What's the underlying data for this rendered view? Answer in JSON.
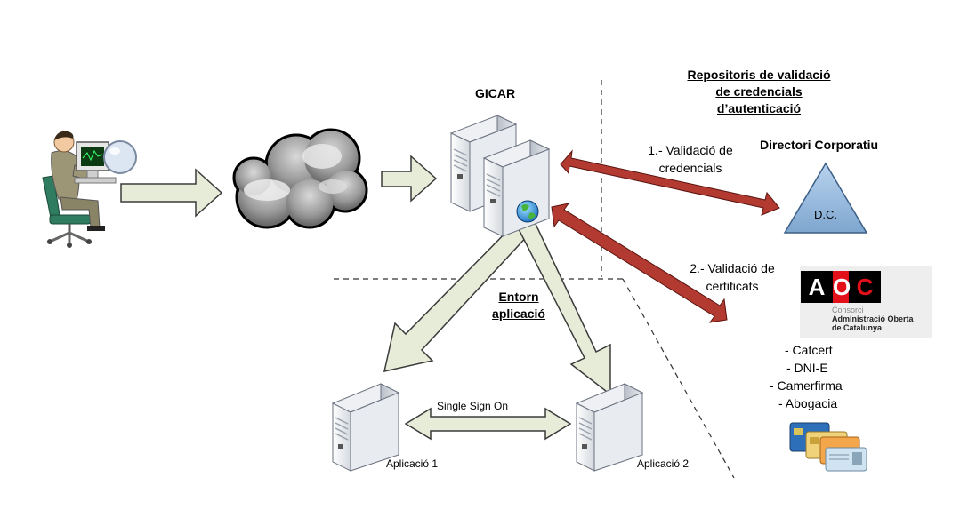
{
  "headings": {
    "gicar": "GICAR",
    "repositories": [
      "Repositoris de validació",
      "de credencials",
      "d’autenticació"
    ],
    "entorn": [
      "Entorn",
      "aplicació"
    ],
    "directori": "Directori Corporatiu"
  },
  "labels": {
    "step1": [
      "1.- Validació de",
      "credencials"
    ],
    "step2": [
      "2.- Validació de",
      "certificats"
    ],
    "dc": "D.C.",
    "sso": "Single Sign On",
    "app1": "Aplicació 1",
    "app2": "Aplicació 2"
  },
  "aoc_logo": {
    "letters": [
      "A",
      "O",
      "C"
    ],
    "line1": "Consorci",
    "line2": "Administració Oberta",
    "line3": "de Catalunya"
  },
  "certificates": [
    "- Catcert",
    "- DNI-E",
    "- Camerfirma",
    "- Abogacia"
  ],
  "colors": {
    "process_arrow_fill": "#e6ecd8",
    "process_arrow_stroke": "#3b3b3b",
    "validation_arrow": "#b33a30",
    "triangle_fill": "#8fb6dd",
    "aoc_red": "#e3101a",
    "aoc_bg": "#eeeeee"
  }
}
